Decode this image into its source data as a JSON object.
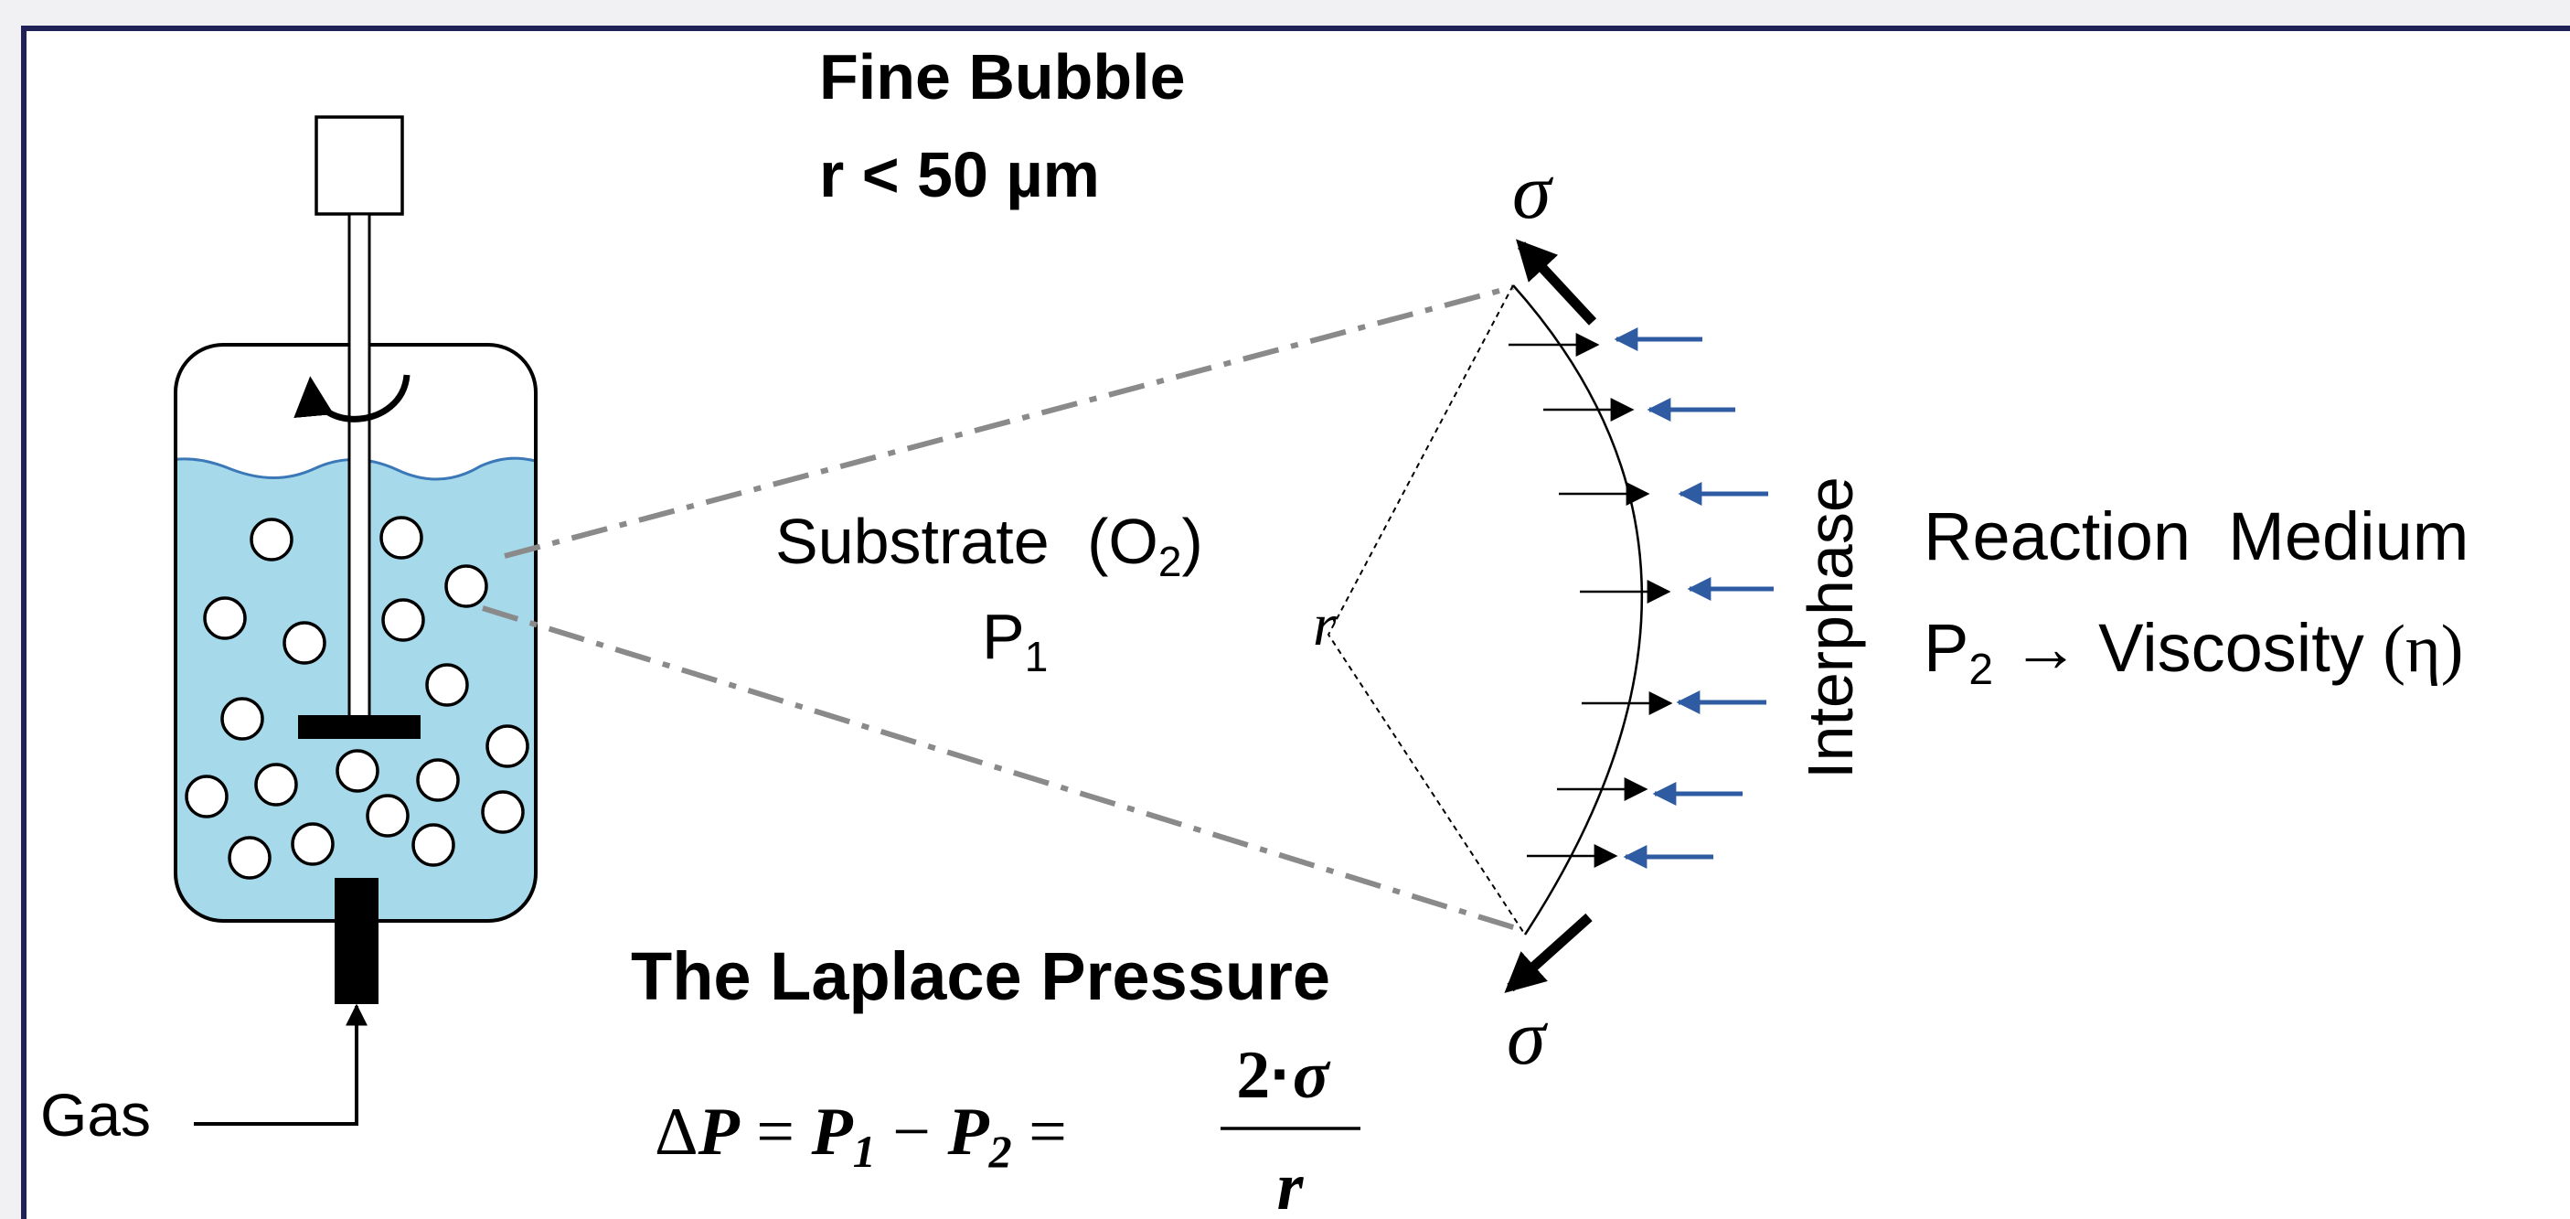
{
  "title": {
    "line1": "Fine Bubble",
    "line2": "r < 50 µm"
  },
  "substrate": {
    "label": "Substrate",
    "species_prefix": "(O",
    "species_sub": "2",
    "species_suffix": ")",
    "pressure_main": "P",
    "pressure_sub": "1"
  },
  "radius_symbol": "r",
  "sigma_symbol": "σ",
  "interphase_label": "Interphase",
  "reaction_medium": {
    "line1": "Reaction  Medium",
    "pressure_main": "P",
    "pressure_sub": "2",
    "arrow_text": " → Viscosity ",
    "eta": "(η)"
  },
  "laplace": {
    "heading": "The Laplace Pressure",
    "lhs_delta": "Δ",
    "lhs_P": "P",
    "eq1": " = ",
    "p1": "P",
    "p1_sub": "1",
    "minus": " − ",
    "p2": "P",
    "p2_sub": "2",
    "eq2": " = ",
    "numerator_two": "2",
    "numerator_dot": "·",
    "numerator_sigma": "σ",
    "denominator": "r"
  },
  "gas_label": "Gas",
  "colors": {
    "liquid": "#a6d9ea",
    "frame": "#1f2157",
    "dashed": "#8a8a8a",
    "blue_arrow": "#2e5ba1"
  },
  "icons": {
    "motor": "motor-box-icon",
    "rotation": "rotation-arrow-icon",
    "bubble": "bubble-icon"
  }
}
